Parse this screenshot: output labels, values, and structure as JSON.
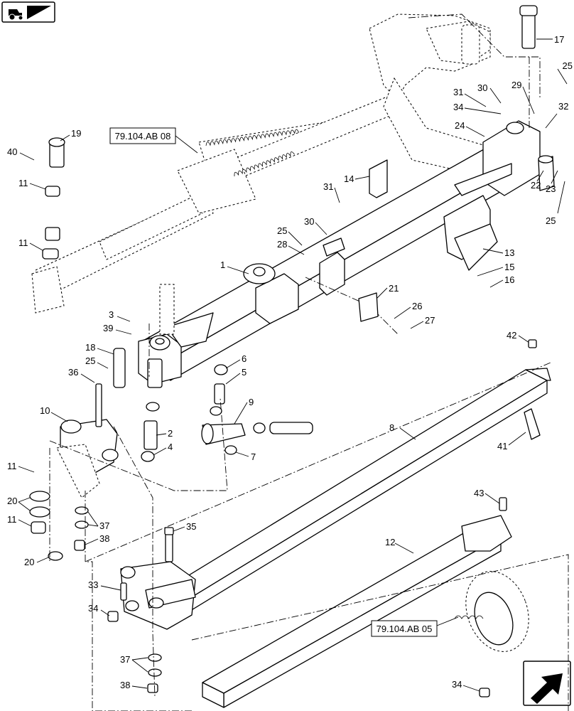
{
  "references": [
    "79.104.AB 08",
    "79.104.AB 05"
  ],
  "callouts": {
    "c1": "1",
    "c2": "2",
    "c3": "3",
    "c4": "4",
    "c5": "5",
    "c6": "6",
    "c7": "7",
    "c8": "8",
    "c9": "9",
    "c10": "10",
    "c11": "11",
    "c12": "12",
    "c13": "13",
    "c14": "14",
    "c15": "15",
    "c16": "16",
    "c17": "17",
    "c18": "18",
    "c19": "19",
    "c20": "20",
    "c21": "21",
    "c22": "22",
    "c23": "23",
    "c24": "24",
    "c25": "25",
    "c25a": "25",
    "c26": "26",
    "c27": "27",
    "c28": "28",
    "c29": "29",
    "c30": "30",
    "c31": "31",
    "c32": "32",
    "c33": "33",
    "c34": "34",
    "c35": "35",
    "c36": "36",
    "c37": "37",
    "c38": "38",
    "c39": "39",
    "c40": "40",
    "c41": "41",
    "c42": "42",
    "c43": "43"
  },
  "icons": {
    "nav_back": "tractor-icon",
    "nav_next": "arrow-icon"
  }
}
